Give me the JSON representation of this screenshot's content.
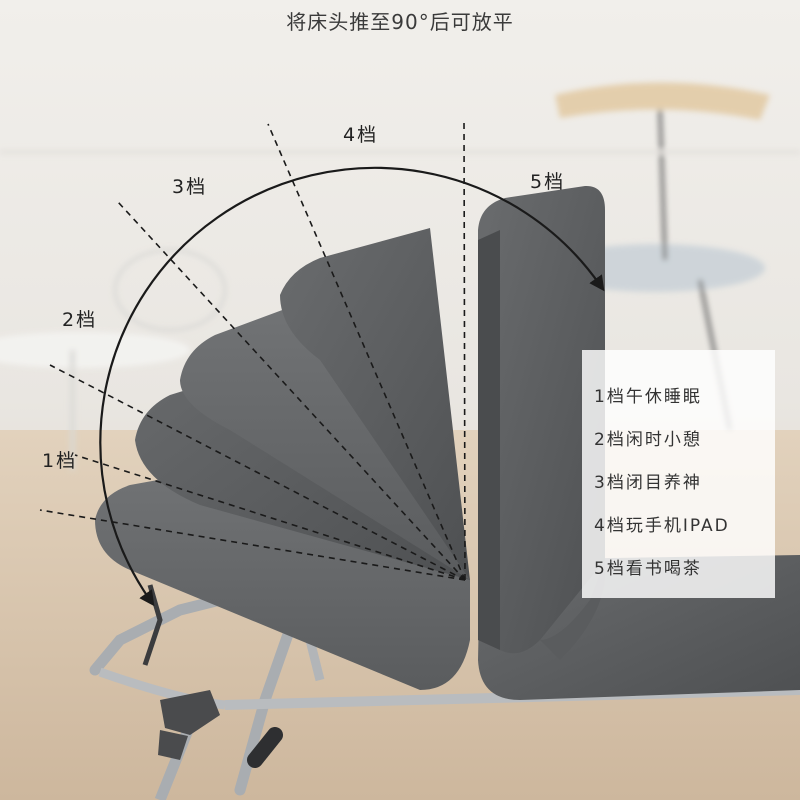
{
  "title": "将床头推至90°后可放平",
  "gear_labels": [
    "1档",
    "2档",
    "3档",
    "4档",
    "5档"
  ],
  "usage_list": [
    "1档午休睡眠",
    "2档闲时小憩",
    "3档闭目养神",
    "4档玩手机IPAD",
    "5档看书喝茶"
  ],
  "colors": {
    "cushion": "#5d5f61",
    "frame": "#b9bcbf",
    "background": "#ece7df"
  }
}
